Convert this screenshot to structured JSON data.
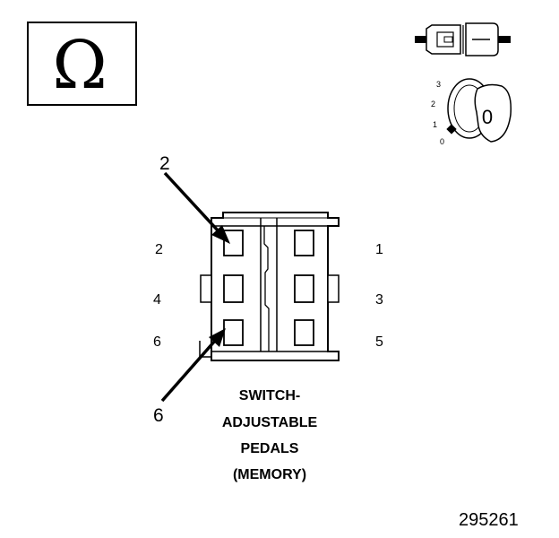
{
  "ohm_symbol": "Ω",
  "connector_icon": "connector-icon",
  "ignition": {
    "positions": [
      "3",
      "2",
      "1",
      "0"
    ],
    "key_label": "0"
  },
  "callouts": {
    "upper": "2",
    "lower": "6"
  },
  "pins": {
    "left": [
      "2",
      "4",
      "6"
    ],
    "right": [
      "1",
      "3",
      "5"
    ]
  },
  "caption": [
    "SWITCH-",
    "ADJUSTABLE",
    "PEDALS",
    "(MEMORY)"
  ],
  "figure_number": "295261"
}
